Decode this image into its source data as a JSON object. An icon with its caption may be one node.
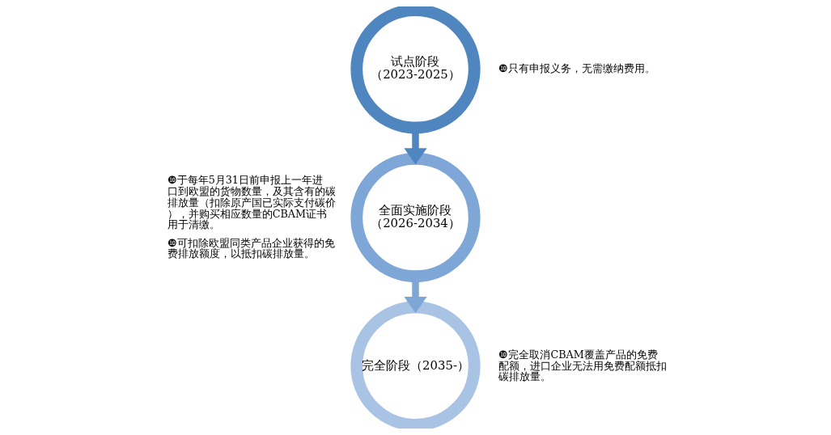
{
  "diagram": {
    "nodes": [
      {
        "text": [
          "试点阶段",
          "（2023-2025）"
        ],
        "beside": [
          "❿只有申报义务，无需缴纳费用。"
        ]
      },
      {
        "text": [
          "全面实施阶段",
          "（2026-2034）"
        ],
        "beside": [
          "❿于每年5月31日前申报上一年进口到欧盟的货物数量，及其含有的碳排放量（扣除原产国已实际支付碳价），并购买相应数量的CBAM证书用于清缴。",
          "❿可扣除欧盟同类产品企业获得的免费排放额度，以抵扣碳排放量。"
        ]
      },
      {
        "text": [
          "完全阶段（2035-）"
        ],
        "beside": [
          "❿完全取消CBAM覆盖产品的免费配额，进口企业无法用免费配额抵扣碳排放量。"
        ]
      }
    ],
    "edges": [
      {
        "from": 0,
        "to": 1,
        "arrow": "to",
        "color": "#4f86c0"
      },
      {
        "from": 1,
        "to": 2,
        "arrow": "to",
        "color": "#7ea6d6"
      }
    ]
  }
}
